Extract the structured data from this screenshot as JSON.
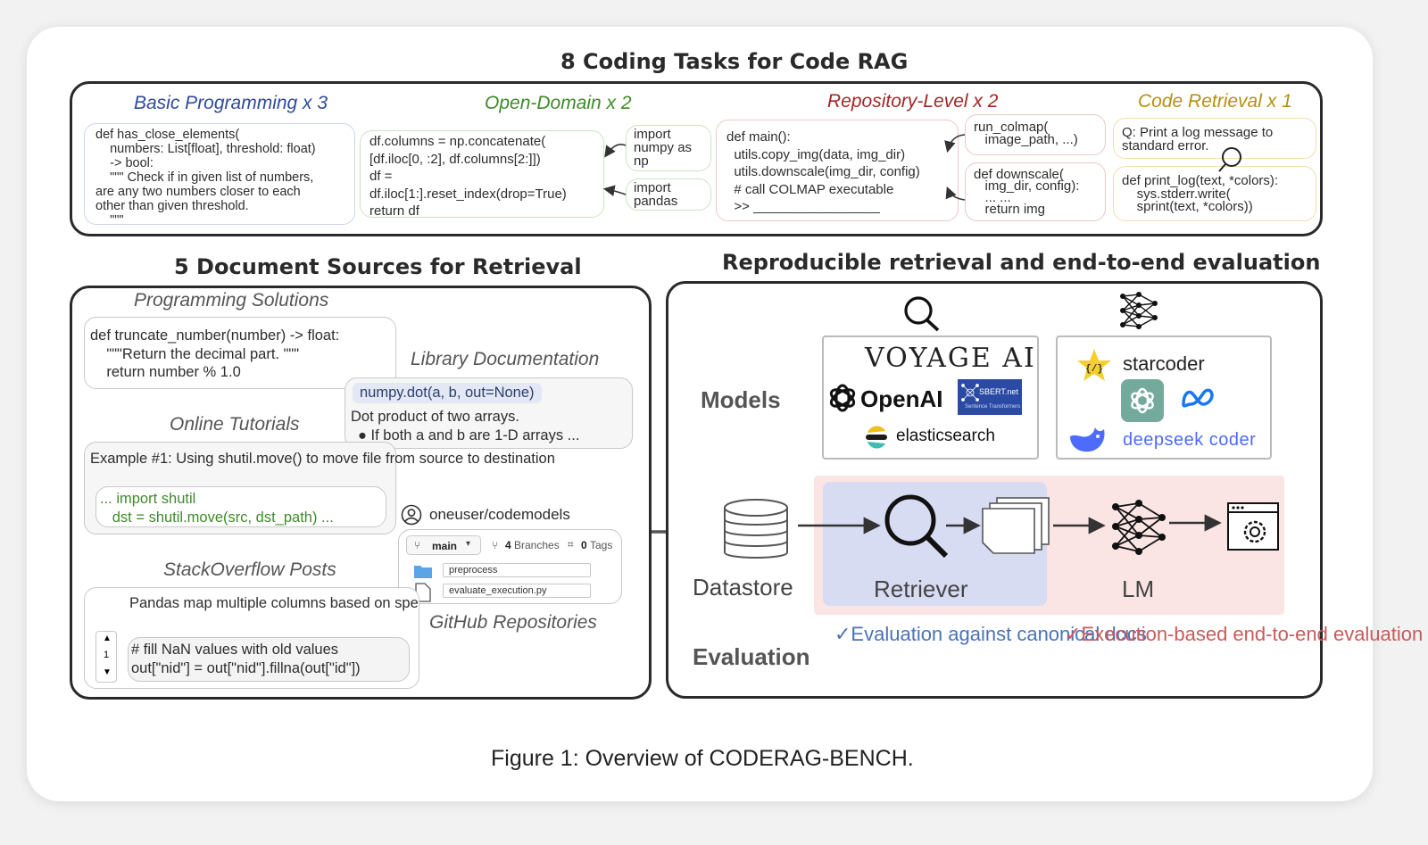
{
  "tasks": {
    "title": "8 Coding Tasks for Code RAG",
    "basic": {
      "label": "Basic Programming x 3",
      "code": "def has_close_elements(\n    numbers: List[float], threshold: float)\n    -> bool:\n    \"\"\" Check if in given list of numbers,\nare any two numbers closer to each\nother than given threshold.\n    \"\"\""
    },
    "open_domain": {
      "label": "Open-Domain x 2",
      "code": "df.columns = np.concatenate(\n[df.iloc[0, :2], df.columns[2:]])\ndf =\ndf.iloc[1:].reset_index(drop=True)\nreturn df",
      "import_numpy": "import\nnumpy as\nnp",
      "import_pandas": "import\npandas"
    },
    "repo": {
      "label": "Repository-Level x 2",
      "code": "def main():\n  utils.copy_img(data, img_dir)\n  utils.downscale(img_dir, config)\n  # call COLMAP executable\n  >> _________________",
      "colmap": "run_colmap(\n   image_path, ...)",
      "downscale": "def downscale(\n   img_dir, config):\n   ... ...\n   return img"
    },
    "retrieval": {
      "label": "Code Retrieval x 1",
      "question": "Q: Print a log message to\nstandard error.",
      "code": "def print_log(text, *colors):\n    sys.stderr.write(\n    sprint(text, *colors))"
    }
  },
  "sources": {
    "title": "5 Document Sources for Retrieval",
    "programming": {
      "label": "Programming Solutions",
      "code": "def truncate_number(number) -> float:\n    \"\"\"Return the decimal part. \"\"\"\n    return number % 1.0"
    },
    "library": {
      "label": "Library Documentation",
      "signature": "numpy.dot(a, b, out=None)",
      "desc": "Dot product of two arrays.",
      "bullet": "●  If both a and b are 1-D arrays ..."
    },
    "tutorials": {
      "label": "Online Tutorials",
      "text": "Example #1: Using shutil.move() to\nmove file from source to destination",
      "code": "... import shutil\n   dst = shutil.move(src, dst_path) ..."
    },
    "github": {
      "label": "GitHub Repositories",
      "repo": "oneuser/codemodels",
      "branch": "main",
      "branches": "4",
      "branches_label": "Branches",
      "tags": "0",
      "tags_label": "Tags",
      "folder": "preprocess",
      "file": "evaluate_execution.py"
    },
    "stackoverflow": {
      "label": "StackOverflow Posts",
      "question": "Pandas map multiple columns based\non specific conditions",
      "votes": "1",
      "code": "# fill NaN values with old values\nout[\"nid\"] = out[\"nid\"].fillna(out[\"id\"])"
    }
  },
  "eval": {
    "title": "Reproducible retrieval and end-to-end evaluation",
    "models_label": "Models",
    "retriever_models": {
      "voyage": "VOYAGE AI",
      "openai": "OpenAI",
      "sbert": "SBERT.net",
      "sbert_sub": "Sentence Transformers",
      "elastic": "elasticsearch"
    },
    "lm_models": {
      "starcoder": "starcoder",
      "deepseek": "deepseek coder"
    },
    "datastore": "Datastore",
    "retriever": "Retriever",
    "lm": "LM",
    "evaluation_label": "Evaluation",
    "eval_retrieval": "✓Evaluation against\ncanonical docs",
    "eval_e2e": "✓Execution-based\nend-to-end evaluation",
    "colors": {
      "retriever_bg": "#d8dcf3",
      "lm_bg": "#fbe4e4",
      "blue_text": "#4a72b8",
      "red_text": "#c95a5a"
    }
  },
  "caption": "Figure 1: Overview of CODERAG-BENCH."
}
